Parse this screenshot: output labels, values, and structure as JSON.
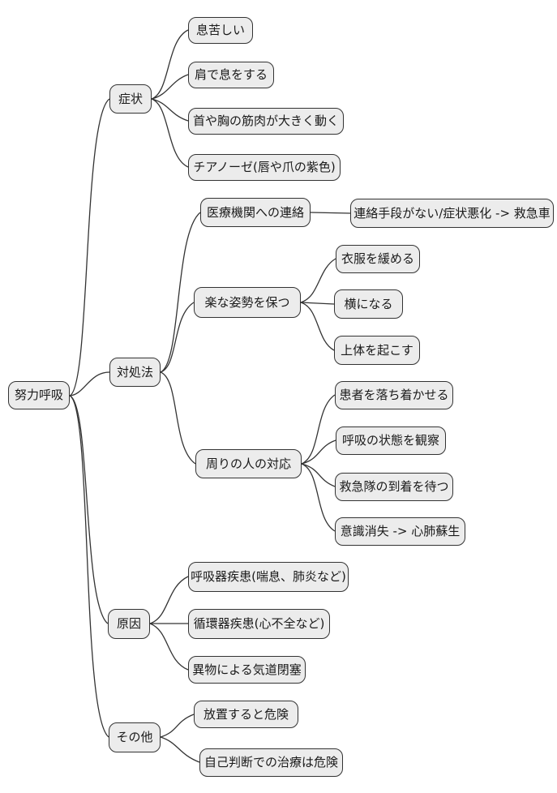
{
  "colors": {
    "node_fill": "#ececec",
    "node_border": "#333333",
    "edge": "#333333",
    "background": "#ffffff"
  },
  "mindmap": {
    "root": {
      "label": "努力呼吸"
    },
    "branches": [
      {
        "label": "症状",
        "children": [
          {
            "label": "息苦しい"
          },
          {
            "label": "肩で息をする"
          },
          {
            "label": "首や胸の筋肉が大きく動く"
          },
          {
            "label": "チアノーゼ(唇や爪の紫色)"
          }
        ]
      },
      {
        "label": "対処法",
        "children": [
          {
            "label": "医療機関への連絡",
            "children": [
              {
                "label": "連絡手段がない/症状悪化 -> 救急車"
              }
            ]
          },
          {
            "label": "楽な姿勢を保つ",
            "children": [
              {
                "label": "衣服を緩める"
              },
              {
                "label": "横になる"
              },
              {
                "label": "上体を起こす"
              }
            ]
          },
          {
            "label": "周りの人の対応",
            "children": [
              {
                "label": "患者を落ち着かせる"
              },
              {
                "label": "呼吸の状態を観察"
              },
              {
                "label": "救急隊の到着を待つ"
              },
              {
                "label": "意識消失 -> 心肺蘇生"
              }
            ]
          }
        ]
      },
      {
        "label": "原因",
        "children": [
          {
            "label": "呼吸器疾患(喘息、肺炎など)"
          },
          {
            "label": "循環器疾患(心不全など)"
          },
          {
            "label": "異物による気道閉塞"
          }
        ]
      },
      {
        "label": "その他",
        "children": [
          {
            "label": "放置すると危険"
          },
          {
            "label": "自己判断での治療は危険"
          }
        ]
      }
    ]
  }
}
